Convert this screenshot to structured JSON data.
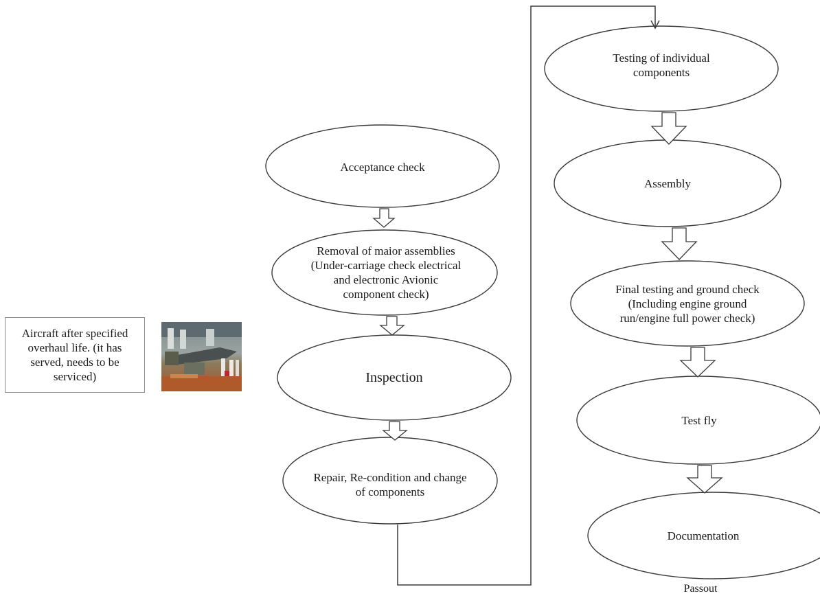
{
  "start": {
    "text": "Aircraft after specified\noverhaul life. (it has\nserved, needs to be\nserviced)"
  },
  "left_column": [
    {
      "id": "acceptance",
      "text": "Acceptance check"
    },
    {
      "id": "removal",
      "text": "Removal of maior assemblies\n(Under-carriage check electrical\nand electronic Avionic\ncomponent check)"
    },
    {
      "id": "inspection",
      "text": "Inspection"
    },
    {
      "id": "repair",
      "text": "Repair, Re-condition and change\nof components"
    }
  ],
  "right_column": [
    {
      "id": "testing",
      "text": "Testing of individual\ncomponents"
    },
    {
      "id": "assembly",
      "text": "Assembly"
    },
    {
      "id": "final",
      "text": "Final testing and ground check\n(Including engine ground\nrun/engine full power check)"
    },
    {
      "id": "testfly",
      "text": "Test fly"
    },
    {
      "id": "documentation",
      "text": "Documentation"
    }
  ],
  "end_label": "Passout",
  "photo": {
    "subject": "aircraft-in-hangar-photo"
  }
}
